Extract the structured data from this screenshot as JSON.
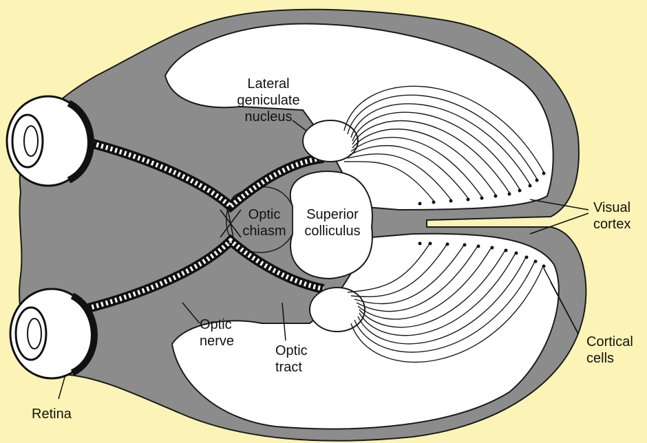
{
  "labels": {
    "lgn_1": "Lateral",
    "lgn_2": "geniculate",
    "lgn_3": "nucleus",
    "chiasm_1": "Optic",
    "chiasm_2": "chiasm",
    "superior_1": "Superior",
    "superior_2": "colliculus",
    "visual_1": "Visual",
    "visual_2": "cortex",
    "nerve_1": "Optic",
    "nerve_2": "nerve",
    "tract_1": "Optic",
    "tract_2": "tract",
    "cortical_1": "Cortical",
    "cortical_2": "cells",
    "retina": "Retina"
  },
  "colors": {
    "background": "#fbf4b6",
    "cortex_gray": "#8c8c8c",
    "hemisphere_white": "#ffffff",
    "outline": "#1a1a1a"
  }
}
